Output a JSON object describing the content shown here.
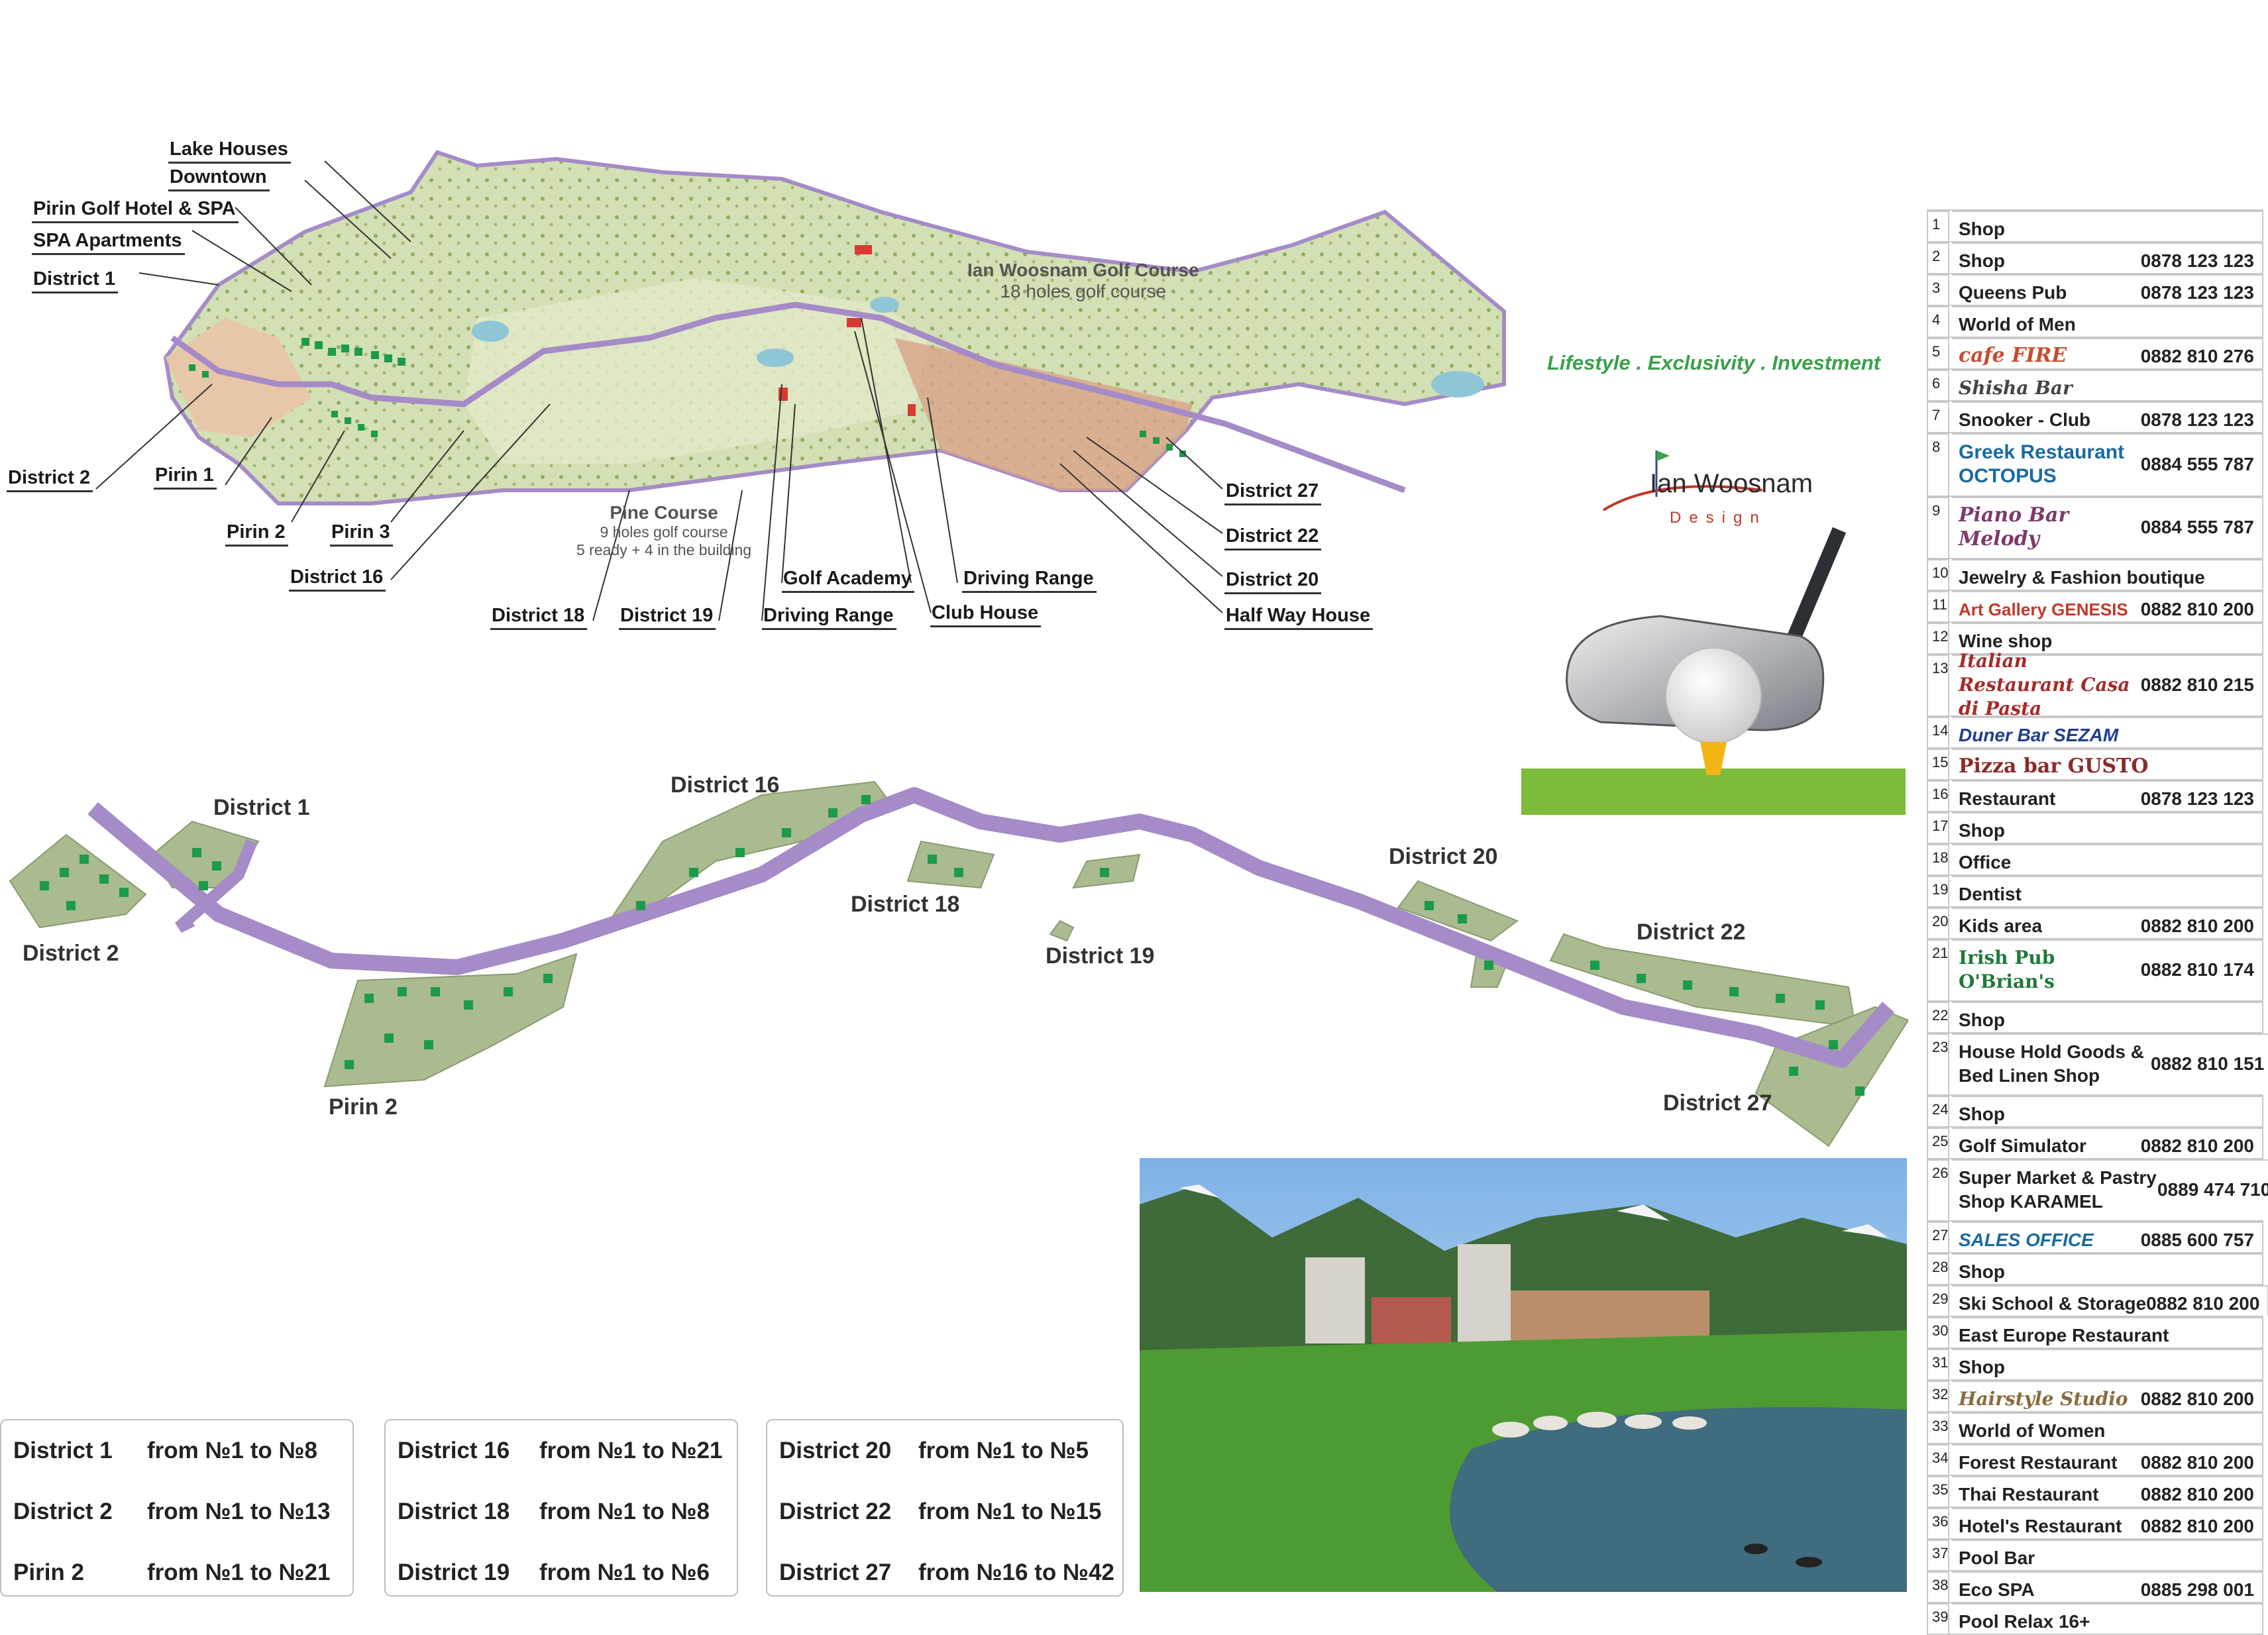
{
  "master_plan": {
    "golf_course": {
      "title": "Ian Woosnam Golf Course",
      "subtitle": "18 holes golf course"
    },
    "pine_course": {
      "title": "Pine Course",
      "line2": "9 holes golf course",
      "line3": "5 ready + 4 in the building"
    },
    "callouts": {
      "lake_houses": "Lake Houses",
      "downtown": "Downtown",
      "pirin_golf_hotel": "Pirin Golf Hotel & SPA",
      "spa_apartments": "SPA Apartments",
      "district_1": "District 1",
      "district_2": "District 2",
      "pirin_1": "Pirin 1",
      "pirin_2": "Pirin 2",
      "pirin_3": "Pirin 3",
      "district_16": "District 16",
      "district_18": "District 18",
      "district_19": "District 19",
      "driving_range_1": "Driving Range",
      "golf_academy": "Golf Academy",
      "driving_range_2": "Driving Range",
      "club_house": "Club House",
      "half_way_house": "Half Way House",
      "district_20": "District 20",
      "district_22": "District 22",
      "district_27": "District 27"
    }
  },
  "district_map": {
    "labels": {
      "district_1": "District 1",
      "district_2": "District 2",
      "pirin_2": "Pirin 2",
      "district_16": "District 16",
      "district_18": "District 18",
      "district_19": "District 19",
      "district_20": "District 20",
      "district_22": "District 22",
      "district_27": "District 27"
    }
  },
  "district_tables": [
    {
      "rows": [
        {
          "district": "District 1",
          "range": "from №1 to №8"
        },
        {
          "district": "District 2",
          "range": "from №1 to №13"
        },
        {
          "district": "Pirin 2",
          "range": "from №1 to №21"
        }
      ]
    },
    {
      "rows": [
        {
          "district": "District 16",
          "range": "from №1 to №21"
        },
        {
          "district": "District 18",
          "range": "from №1 to №8"
        },
        {
          "district": "District 19",
          "range": "from №1 to №6"
        }
      ]
    },
    {
      "rows": [
        {
          "district": "District 20",
          "range": "from №1 to №5"
        },
        {
          "district": "District 22",
          "range": "from №1 to №15"
        },
        {
          "district": "District 27",
          "range": "from №16 to №42"
        }
      ]
    }
  ],
  "branding": {
    "slogan": "Lifestyle . Exclusivity . Investment",
    "logo_name": "Ian Woosnam",
    "logo_sub": "Design"
  },
  "directory": [
    {
      "num": "1",
      "name": "Shop",
      "phone": ""
    },
    {
      "num": "2",
      "name": "Shop",
      "phone": "0878 123 123"
    },
    {
      "num": "3",
      "name": "Queens Pub",
      "phone": "0878 123 123"
    },
    {
      "num": "4",
      "name": "World of Men",
      "phone": ""
    },
    {
      "num": "5",
      "name": "cafe FIRE",
      "phone": "0882 810 276"
    },
    {
      "num": "6",
      "name": "Shisha Bar",
      "phone": ""
    },
    {
      "num": "7",
      "name": "Snooker - Club",
      "phone": "0878 123 123"
    },
    {
      "num": "8",
      "name": "Greek Restaurant OCTOPUS",
      "phone": "0884 555 787"
    },
    {
      "num": "9",
      "name": "Piano Bar Melody",
      "phone": "0884 555 787"
    },
    {
      "num": "10",
      "name": "Jewelry & Fashion boutique",
      "phone": ""
    },
    {
      "num": "11",
      "name": "Art Gallery GENESIS",
      "phone": "0882 810 200"
    },
    {
      "num": "12",
      "name": "Wine shop",
      "phone": ""
    },
    {
      "num": "13",
      "name": "Italian Restaurant Casa di Pasta",
      "phone": "0882 810 215"
    },
    {
      "num": "14",
      "name": "Duner Bar SEZAM",
      "phone": ""
    },
    {
      "num": "15",
      "name": "Pizza bar GUSTO",
      "phone": ""
    },
    {
      "num": "16",
      "name": "Restaurant",
      "phone": "0878 123 123"
    },
    {
      "num": "17",
      "name": "Shop",
      "phone": ""
    },
    {
      "num": "18",
      "name": "Office",
      "phone": ""
    },
    {
      "num": "19",
      "name": "Dentist",
      "phone": ""
    },
    {
      "num": "20",
      "name": "Kids area",
      "phone": "0882 810 200"
    },
    {
      "num": "21",
      "name": "Irish Pub O'Brian's",
      "phone": "0882 810 174"
    },
    {
      "num": "22",
      "name": "Shop",
      "phone": ""
    },
    {
      "num": "23",
      "name": "House Hold Goods & Bed Linen Shop",
      "phone": "0882 810 151"
    },
    {
      "num": "24",
      "name": "Shop",
      "phone": ""
    },
    {
      "num": "25",
      "name": "Golf Simulator",
      "phone": "0882 810 200"
    },
    {
      "num": "26",
      "name": "Super Market & Pastry Shop KARAMEL",
      "phone": "0889 474 710"
    },
    {
      "num": "27",
      "name": "SALES OFFICE",
      "phone": "0885 600 757"
    },
    {
      "num": "28",
      "name": "Shop",
      "phone": ""
    },
    {
      "num": "29",
      "name": "Ski School & Storage",
      "phone": "0882 810 200"
    },
    {
      "num": "30",
      "name": "East Europe Restaurant",
      "phone": ""
    },
    {
      "num": "31",
      "name": "Shop",
      "phone": ""
    },
    {
      "num": "32",
      "name": "Hairstyle Studio",
      "phone": "0882 810 200"
    },
    {
      "num": "33",
      "name": "World of Women",
      "phone": ""
    },
    {
      "num": "34",
      "name": "Forest Restaurant",
      "phone": "0882 810 200"
    },
    {
      "num": "35",
      "name": "Thai Restaurant",
      "phone": "0882 810 200"
    },
    {
      "num": "36",
      "name": "Hotel's Restaurant",
      "phone": "0882 810 200"
    },
    {
      "num": "37",
      "name": "Pool Bar",
      "phone": ""
    },
    {
      "num": "38",
      "name": "Eco SPA",
      "phone": "0885 298 001"
    },
    {
      "num": "39",
      "name": "Pool Relax 16+",
      "phone": ""
    }
  ],
  "colors": {
    "road": "#a58bc7",
    "plot": "#a9bb8f",
    "house": "#1d9b4a",
    "golf": "#cfdcb0",
    "slogan": "#3aa04a"
  }
}
